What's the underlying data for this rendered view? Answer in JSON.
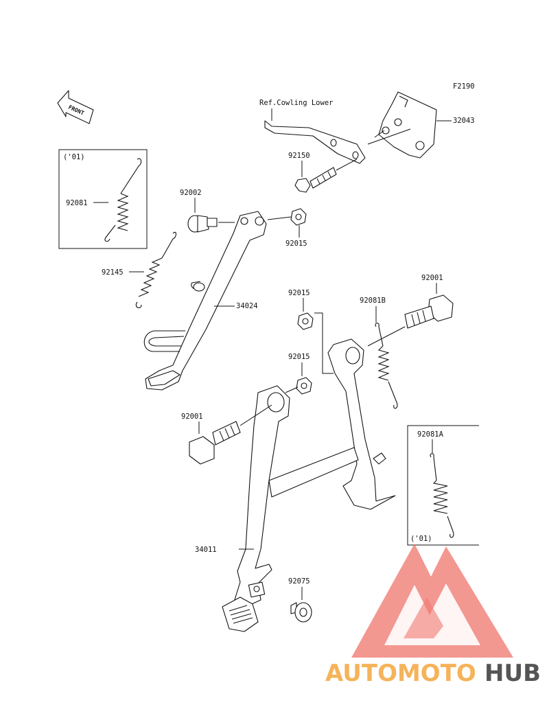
{
  "figure_code": "F2190",
  "front_arrow_label": "FRONT",
  "ref_label": "Ref.Cowling Lower",
  "callouts": {
    "c32043": "32043",
    "c92150": "92150",
    "c92002": "92002",
    "c92015_top": "92015",
    "c92081": "92081",
    "c92145": "92145",
    "c34024": "34024",
    "c92015_mid": "92015",
    "c92081b": "92081B",
    "c92001_right": "92001",
    "c92015_low": "92015",
    "c92001_left": "92001",
    "c92081a": "92081A",
    "c34011": "34011",
    "c92075": "92075"
  },
  "inset_left_year": "('01)",
  "inset_right_year": "('01)",
  "watermark": {
    "brand_part1": "AUTOMOTO",
    "brand_part2": "HUB",
    "color_primary": "#f07a72",
    "color_secondary": "#f5b35a",
    "color_hub": "#555555"
  }
}
